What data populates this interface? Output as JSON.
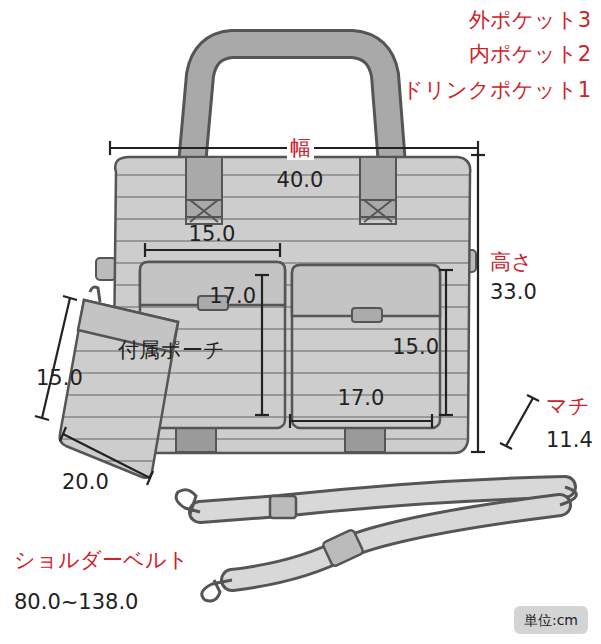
{
  "diagram": {
    "nodes": [
      {
        "text": [
          "単位:cm"
        ]
      }
    ],
    "labels": [
      "外ポケット3",
      "内ポケット2",
      "ドリンクポケット1",
      "幅",
      "40.0",
      "15.0",
      "高さ",
      "33.0",
      "17.0",
      "付属ポーチ",
      "15.0",
      "15.0",
      "17.0",
      "マチ",
      "11.4",
      "20.0",
      "ショルダーベルト",
      "80.0~138.0"
    ]
  }
}
